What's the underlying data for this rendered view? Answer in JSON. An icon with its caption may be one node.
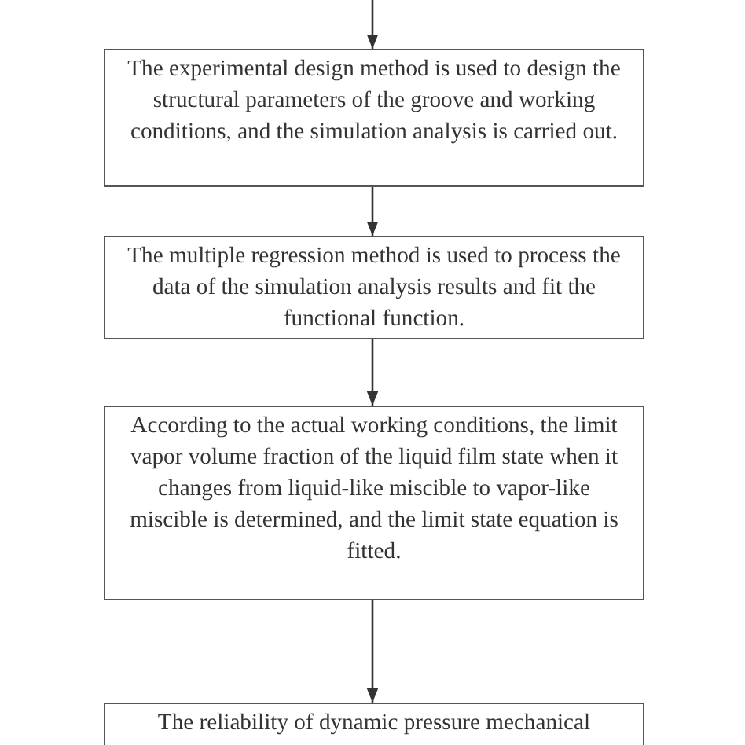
{
  "diagram": {
    "nodes": [
      {
        "text": [
          "The experimental design method is used to design the structural parameters of the groove and working conditions, and the simulation analysis is carried out."
        ]
      },
      {
        "text": [
          "The multiple regression method is used to process the data of the simulation analysis results and fit the functional function."
        ]
      },
      {
        "text": [
          "According to the actual working conditions, the limit vapor volume fraction of the liquid film state when it changes from liquid-like miscible to vapor-like miscible is determined, and the limit state equation is fitted."
        ]
      },
      {
        "text": [
          "The reliability of dynamic pressure mechanical"
        ]
      }
    ],
    "edges": [
      {
        "from": null,
        "to": 0,
        "arrow": "to"
      },
      {
        "from": 0,
        "to": 1,
        "arrow": "to"
      },
      {
        "from": 1,
        "to": 2,
        "arrow": "to"
      },
      {
        "from": 2,
        "to": 3,
        "arrow": "to"
      }
    ]
  }
}
